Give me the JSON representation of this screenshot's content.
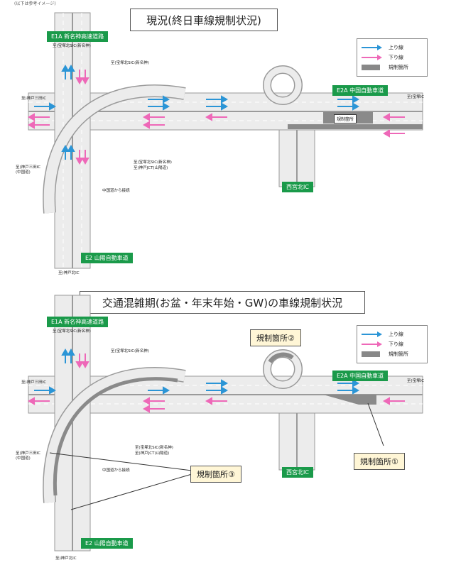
{
  "header_note": "(以下は参考イメージ)",
  "panels": [
    {
      "title": "現況(終日車線規制状況)",
      "route_e1a": "E1A 新名神高速道路",
      "route_e2a": "E2A 中国自動車道",
      "route_e2": "E2 山陽自動車道",
      "ic_nishinomiya": "西宮北IC",
      "dest_takarazuka_shin_top": "至)宝塚北SIC(新名神)",
      "dest_takarazuka_shin_mid": "至)宝塚北SIC(新名神)",
      "dest_kobe_sanda": "至)神戸三田IC",
      "dest_takarazuka": "至)宝塚IC",
      "dest_kobe_sanda_chugoku": "至)神戸三田IC\n(中国道)",
      "dest_combo_1": "至)宝塚北SIC(新名神)",
      "dest_combo_2": "至)神戸JCT(山陽道)",
      "dest_chugoku_link": "中国道から接続",
      "dest_kobe_kita": "至)神戸北IC",
      "reg_label": "規制箇所",
      "legend": {
        "up": "上り線",
        "down": "下り線",
        "reg": "規制箇所"
      }
    },
    {
      "title": "交通混雑期(お盆・年末年始・GW)の車線規制状況",
      "route_e1a": "E1A 新名神高速道路",
      "route_e2a": "E2A 中国自動車道",
      "route_e2": "E2 山陽自動車道",
      "ic_nishinomiya": "西宮北IC",
      "dest_takarazuka_shin_top": "至)宝塚北SIC(新名神)",
      "dest_takarazuka_shin_mid": "至)宝塚北SIC(新名神)",
      "dest_kobe_sanda": "至)神戸三田IC",
      "dest_takarazuka": "至)宝塚IC",
      "dest_kobe_sanda_chugoku": "至)神戸三田IC\n(中国道)",
      "dest_combo_1": "至)宝塚北SIC(新名神)",
      "dest_combo_2": "至)神戸JCT(山陽道)",
      "dest_chugoku_link": "中国道から接続",
      "dest_kobe_kita": "至)神戸北IC",
      "callout_1": "規制箇所①",
      "callout_2": "規制箇所②",
      "callout_3": "規制箇所③",
      "legend": {
        "up": "上り線",
        "down": "下り線",
        "reg": "規制箇所"
      }
    }
  ],
  "colors": {
    "up": "#2b95d6",
    "down": "#ee68b8",
    "road": "#e8e8e8",
    "road_edge": "#9a9a9a",
    "reg": "#8a8a8a",
    "sign": "#1a9a4a"
  }
}
